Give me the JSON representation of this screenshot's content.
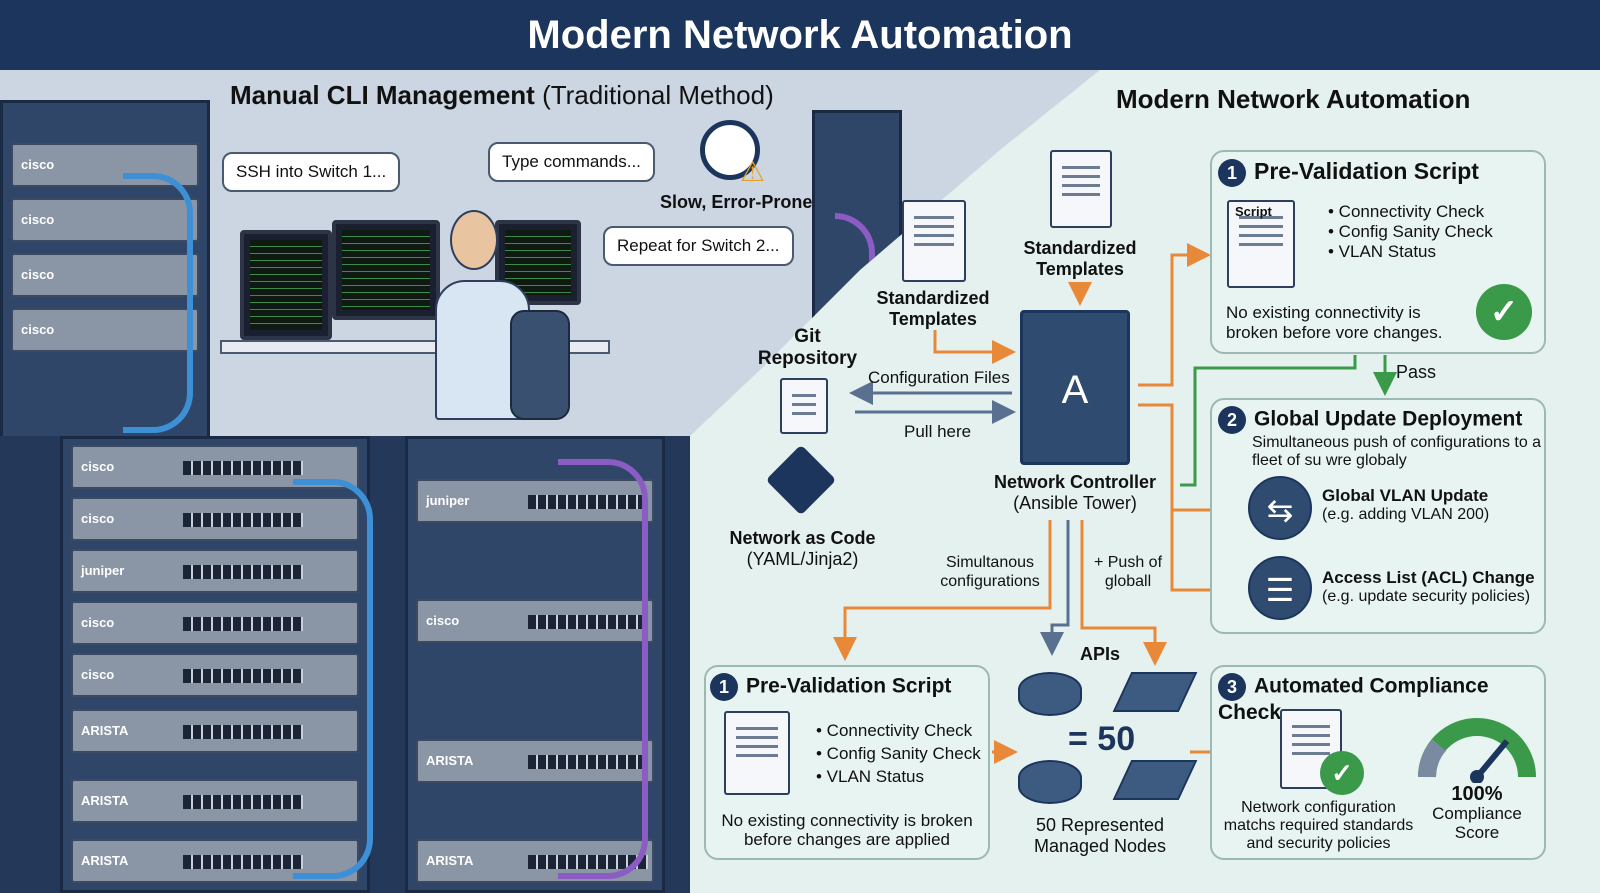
{
  "header": {
    "title": "Modern Network Automation"
  },
  "left": {
    "title_bold": "Manual CLI Management",
    "title_rest": "(Traditional Method)",
    "bubbles": [
      "SSH into Switch 1...",
      "Type commands...",
      "Repeat for Switch 2..."
    ],
    "warning": "Slow, Error-Prone",
    "rack_brands": [
      "cisco",
      "cisco",
      "juniper",
      "cisco",
      "cisco",
      "cisco",
      "ARISTA",
      "ARISTA",
      "ARISTA",
      "cisco",
      "cisco",
      "juniper",
      "cisco",
      "ARISTA",
      "ARISTA"
    ]
  },
  "right": {
    "title": "Modern Network Automation",
    "templates_a": "Standardized Templates",
    "templates_b": "Standardized Templates",
    "git": "Git Repository",
    "config_files": "Configuration Files",
    "pull_here": "Pull here",
    "nac_title": "Network as Code",
    "nac_sub": "(YAML/Jinja2)",
    "controller_title": "Network Controller",
    "controller_sub": "(Ansible Tower)",
    "simultaneous": "Simultanous configurations",
    "push": "+ Push of globall",
    "apis": "APIs",
    "node_count": "= 50",
    "nodes_label": "50 Represented Managed Nodes",
    "pass": "Pass",
    "prevalidation_top": {
      "num": "1",
      "title": "Pre-Validation Script",
      "doc_label": "Script",
      "items": [
        "• Connectivity Check",
        "• Config Sanity Check",
        "• VLAN Status"
      ],
      "note": "No existing connectivity is broken before vore changes."
    },
    "global_update": {
      "num": "2",
      "title": "Global Update Deployment",
      "desc": "Simultaneous push of configurations to a fleet of su wre globaly",
      "items": [
        {
          "icon": "arrows-exchange-icon",
          "title": "Global VLAN Update",
          "sub": "(e.g. adding VLAN 200)"
        },
        {
          "icon": "list-icon",
          "title": "Access List (ACL) Change",
          "sub": "(e.g. update security policies)"
        }
      ]
    },
    "prevalidation_bottom": {
      "num": "1",
      "title": "Pre-Validation Script",
      "items": [
        "• Connectivity Check",
        "• Config Sanity Check",
        "• VLAN Status"
      ],
      "note": "No existing connectivity is broken before changes are applied"
    },
    "compliance": {
      "num": "3",
      "title": "Automated Compliance Check",
      "note": "Network configuration matchs required standards and security policies",
      "score": "100%",
      "score_label": "Compliance Score",
      "score_value": 100
    }
  },
  "colors": {
    "header": "#1c355c",
    "orange": "#e8893a",
    "green": "#3a9a4a",
    "panel": "#e4f1ee"
  }
}
